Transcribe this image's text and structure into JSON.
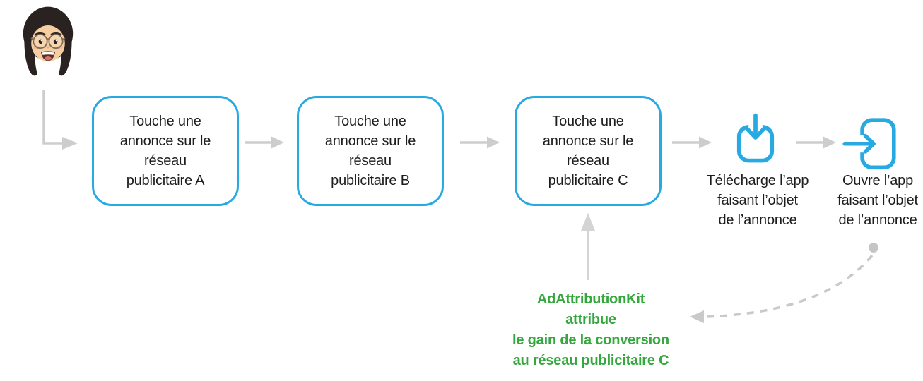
{
  "colors": {
    "accent_blue": "#29A9E2",
    "success_green": "#34A73D",
    "arrow_gray": "#CDCDCD",
    "text_black": "#1D1D1F"
  },
  "avatar": {
    "description": "memoji-woman-dark-hair-glasses"
  },
  "steps": [
    {
      "id": "ad-network-a",
      "type": "box",
      "label": "Touche une\nannonce sur le\nréseau\npublicitaire A"
    },
    {
      "id": "ad-network-b",
      "type": "box",
      "label": "Touche une\nannonce sur le\nréseau\npublicitaire B"
    },
    {
      "id": "ad-network-c",
      "type": "box",
      "label": "Touche une\nannonce sur le\nréseau\npublicitaire C"
    },
    {
      "id": "download-app",
      "type": "icon",
      "icon": "square-arrow-down-icon",
      "label": "Télécharge l’app\nfaisant l’objet\nde l’annonce"
    },
    {
      "id": "open-app",
      "type": "icon",
      "icon": "arrow-into-rect-icon",
      "label": "Ouvre l’app\nfaisant l’objet\nde l’annonce"
    }
  ],
  "annotation": {
    "text": "AdAttributionKit\nattribue\nle gain de la conversion\nau réseau publicitaire C",
    "color": "#34A73D"
  }
}
